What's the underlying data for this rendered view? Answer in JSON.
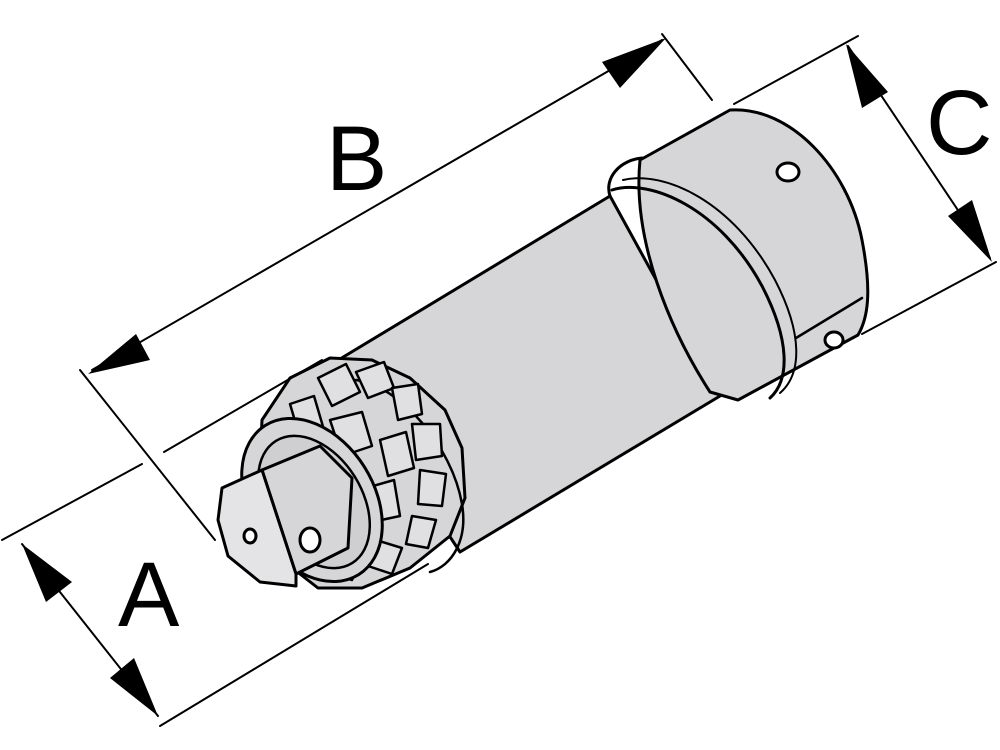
{
  "labels": {
    "a": "A",
    "b": "B",
    "c": "C"
  },
  "colors": {
    "body_fill": "#d6d6d8",
    "outline": "#000000",
    "background": "#ffffff"
  }
}
